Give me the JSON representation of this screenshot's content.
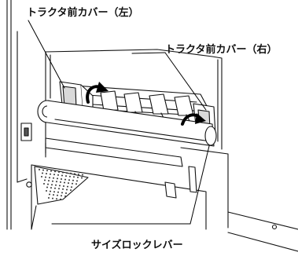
{
  "labels": {
    "tractor_cover_left": "トラクタ前カバー（左）",
    "tractor_cover_right": "トラクタ前カバー（右）",
    "size_lock_lever": "サイズロックレバー"
  },
  "colors": {
    "line": "#111111",
    "fill_light": "#ffffff",
    "fill_gray": "#d9d9d9",
    "arrow": "#000000"
  }
}
